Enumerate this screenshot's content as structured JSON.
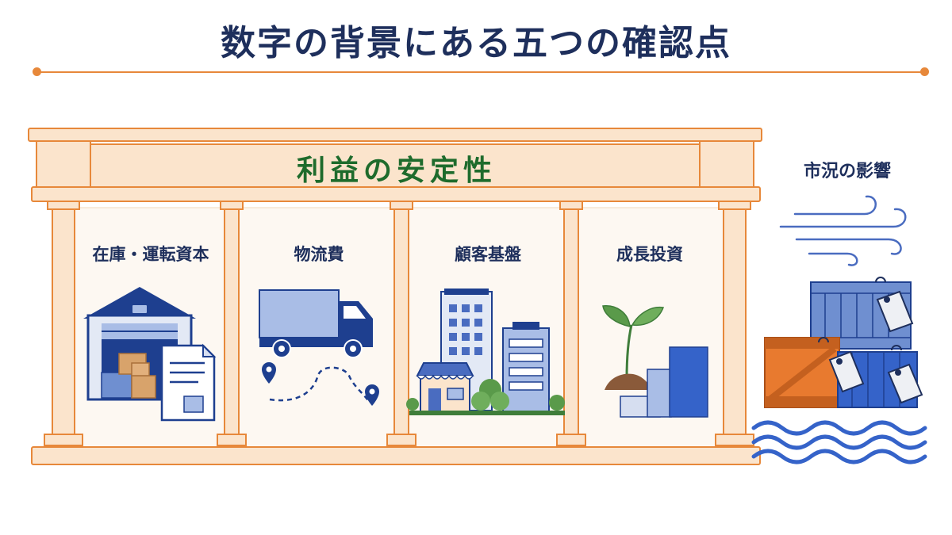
{
  "title": "数字の背景にある五つの確認点",
  "beam_label": "利益の安定性",
  "pillars": [
    {
      "label": "在庫・運転資本",
      "icon": "warehouse-icon"
    },
    {
      "label": "物流費",
      "icon": "truck-icon"
    },
    {
      "label": "顧客基盤",
      "icon": "city-icon"
    },
    {
      "label": "成長投資",
      "icon": "sprout-chart-icon"
    }
  ],
  "side": {
    "label": "市況の影響",
    "icon": "crates-waves-icon"
  },
  "colors": {
    "title": "#1e2f5c",
    "beam_text": "#1e6b2c",
    "frame_fill": "#fbe4cc",
    "frame_stroke": "#e7883a",
    "panel": "#fdf8f2",
    "navy": "#1e3f8f",
    "blue_light": "#a9bde6",
    "orange": "#e87a2f",
    "green": "#5a9a4a"
  }
}
